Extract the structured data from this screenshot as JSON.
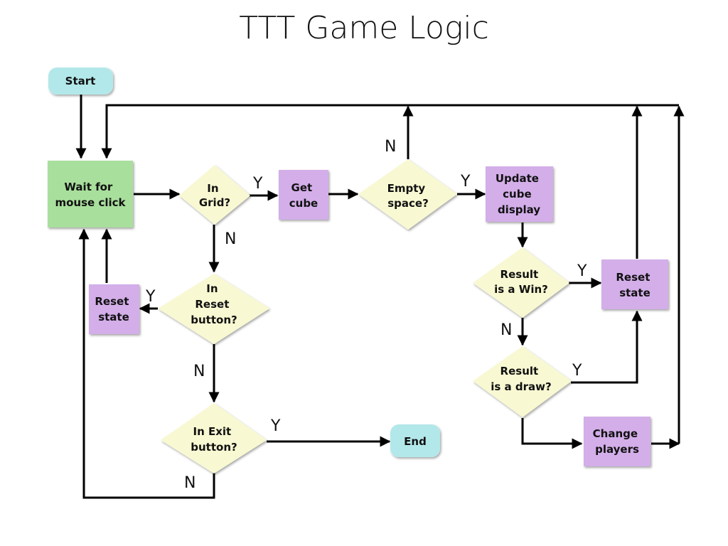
{
  "title": "TTT Game Logic",
  "colors": {
    "terminal": "#b3e8ea",
    "process_green": "#a8df9c",
    "process_purple": "#d3aee9",
    "decision": "#f8f8d2",
    "line": "#000000"
  },
  "nodes": {
    "start": [
      "Start"
    ],
    "wait": [
      "Wait for",
      "mouse click"
    ],
    "in_grid": [
      "In",
      "Grid?"
    ],
    "get_cube": [
      "Get",
      "cube"
    ],
    "empty_space": [
      "Empty",
      "space?"
    ],
    "update_display": [
      "Update",
      "cube",
      "display"
    ],
    "result_win": [
      "Result",
      "is a Win?"
    ],
    "reset_state_right": [
      "Reset",
      "state"
    ],
    "result_draw": [
      "Result",
      "is a draw?"
    ],
    "change_players": [
      "Change",
      "players"
    ],
    "reset_button": [
      "In",
      "Reset",
      "button?"
    ],
    "reset_state_left": [
      "Reset",
      "state"
    ],
    "exit_button": [
      "In Exit",
      "button?"
    ],
    "end": [
      "End"
    ]
  },
  "edge_labels": {
    "in_grid_yes": "Y",
    "in_grid_no": "N",
    "empty_yes": "Y",
    "empty_no": "N",
    "win_yes": "Y",
    "win_no": "N",
    "draw_yes": "Y",
    "reset_button_yes": "Y",
    "reset_button_no": "N",
    "exit_yes": "Y",
    "exit_no": "N"
  }
}
